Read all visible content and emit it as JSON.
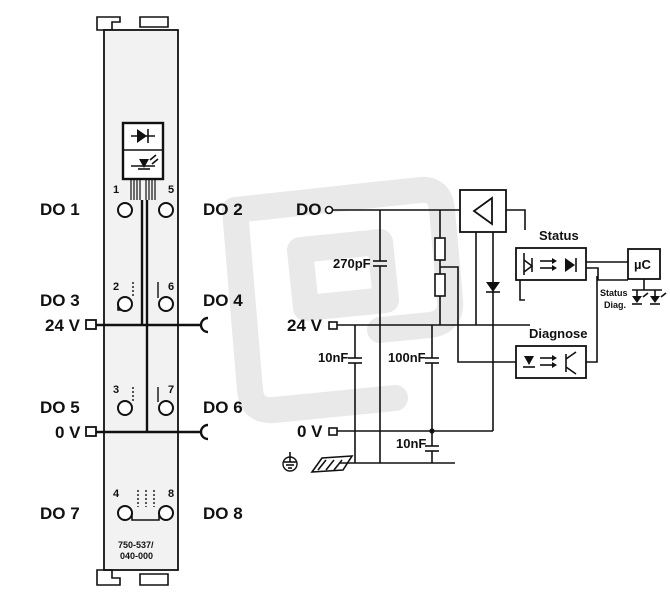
{
  "module": {
    "part_number_line1": "750-537/",
    "part_number_line2": "040-000"
  },
  "terminals": [
    {
      "label": "DO 1",
      "pin": "1"
    },
    {
      "label": "DO 2",
      "pin": "5"
    },
    {
      "label": "DO 3",
      "pin": "2"
    },
    {
      "label": "DO 4",
      "pin": "6"
    },
    {
      "label": "DO 5",
      "pin": "3"
    },
    {
      "label": "DO 6",
      "pin": "7"
    },
    {
      "label": "DO 7",
      "pin": "4"
    },
    {
      "label": "DO 8",
      "pin": "8"
    }
  ],
  "power": {
    "v24": "24 V",
    "v0": "0 V"
  },
  "schematic": {
    "do_label": "DO",
    "v24_label": "24 V",
    "v0_label": "0 V",
    "cap_270p": "270pF",
    "cap_10n_a": "10nF",
    "cap_100n": "100nF",
    "cap_10n_b": "10nF",
    "status_label": "Status",
    "diagnose_label": "Diagnose",
    "uc_label": "µC",
    "led_status_label": "Status",
    "led_diag_label": "Diag."
  }
}
